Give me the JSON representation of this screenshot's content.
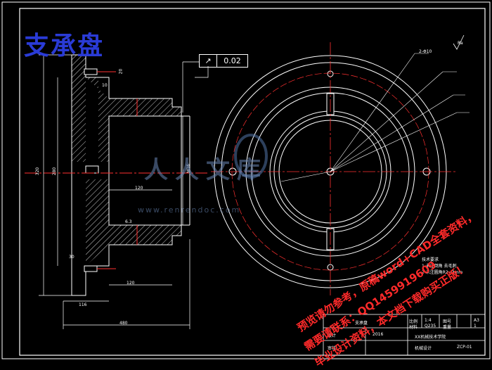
{
  "title": "支承盘",
  "tolerance": {
    "symbol": "↗",
    "value": "0.02"
  },
  "watermark": {
    "logo_text": "人人文库",
    "url": "www.renrendoc.com"
  },
  "promo_lines": [
    "预览请勿参考，原稿word+CAD全套资料，",
    "需要请联系：QQ1459919609",
    "毕业设计资料，本文档下载购买正版！"
  ],
  "notes": {
    "heading": "技术要求",
    "lines": [
      "1  未注倒角 去毛刺",
      "2  未注圆角R2~3mm"
    ]
  },
  "title_block": {
    "part_name": "支承盘",
    "scale_label": "比例",
    "scale_value": "1:4",
    "material_label": "材料",
    "material_value": "Q235",
    "sheet_label": "图号",
    "sheet_value": "A3",
    "weight_label": "重量",
    "count_value": "1",
    "drawn": "设计",
    "design_date": "2016",
    "checked": "审核",
    "school": "XX机械技术学院",
    "dept": "机械设计",
    "drawing_no": "ZCP-01"
  },
  "dims": {
    "d1": "20",
    "d2": "30",
    "d3": "10",
    "d4": "280",
    "d5": "320",
    "d6": "116",
    "d7": "480",
    "d8": "M16",
    "d9": "120",
    "d10": "6.3",
    "d11": "Ra",
    "d12": "2-Φ10"
  }
}
